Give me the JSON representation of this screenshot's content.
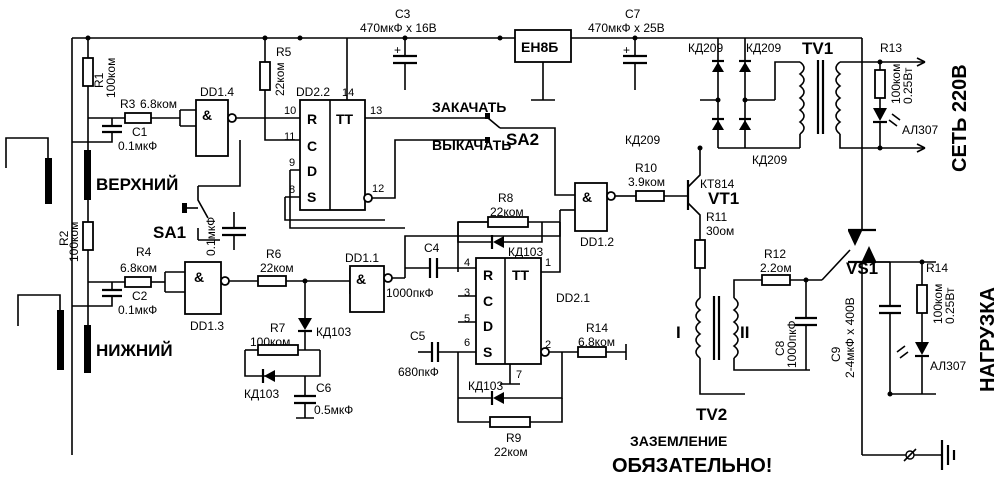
{
  "components": {
    "c3": {
      "ref": "C3",
      "value": "470мкФ х 16В"
    },
    "c7": {
      "ref": "C7",
      "value": "470мкФ х 25В"
    },
    "eh8b": "ЕН8Б",
    "kd209": "КД209",
    "tv1": "TV1",
    "r13": {
      "ref": "R13",
      "value": "100ком",
      "power": "0.25Вт"
    },
    "al307": "АЛ307",
    "r1": {
      "ref": "R1",
      "value": "100ком"
    },
    "r5": {
      "ref": "R5",
      "value": "22ком"
    },
    "dd22": "DD2.2",
    "dd14": "DD1.4",
    "r3": {
      "ref": "R3",
      "value": "6.8ком"
    },
    "c1": {
      "ref": "C1",
      "value": "0.1мкФ"
    },
    "sa1": {
      "ref": "SA1",
      "value": "0.1мкФ"
    },
    "sa2": {
      "ref": "SA2",
      "pos1": "ЗАКАЧАТЬ",
      "pos2": "ВЫКАЧАТЬ"
    },
    "r10": {
      "ref": "R10",
      "value": "3.9ком"
    },
    "kt814": "КТ814",
    "vt1": "VT1",
    "r11": {
      "ref": "R11",
      "value": "30ом"
    },
    "dd12": "DD1.2",
    "r8": {
      "ref": "R8",
      "value": "22ком"
    },
    "kd103": "КД103",
    "r2": {
      "ref": "R2",
      "value": "100ком"
    },
    "r4": {
      "ref": "R4",
      "value": "6.8ком"
    },
    "c2": {
      "ref": "C2",
      "value": "0.1мкФ"
    },
    "dd13": "DD1.3",
    "r6": {
      "ref": "R6",
      "value": "22ком"
    },
    "dd11": "DD1.1",
    "c4": {
      "ref": "C4",
      "value": "1000пкФ"
    },
    "dd21": "DD2.1",
    "r12": {
      "ref": "R12",
      "value": "2.2ом"
    },
    "vs1": "VS1",
    "r14a": {
      "ref": "R14",
      "value": "100ком",
      "power": "0.25Вт"
    },
    "r7": {
      "ref": "R7",
      "value": "100ком"
    },
    "c5": {
      "ref": "C5",
      "value": "680пкФ"
    },
    "r14b": {
      "ref": "R14",
      "value": "6.8ком"
    },
    "c8": {
      "ref": "C8",
      "value": "1000пкФ"
    },
    "c9": {
      "ref": "C9",
      "value": "2-4мкФ х 400В"
    },
    "c6": {
      "ref": "C6",
      "value": "0.5мкФ"
    },
    "r9": {
      "ref": "R9",
      "value": "22ком"
    },
    "tv2": {
      "ref": "TV2",
      "w1": "I",
      "w2": "II"
    }
  },
  "labels": {
    "upper": "ВЕРХНИЙ",
    "lower": "НИЖНИЙ",
    "mains": "СЕТЬ 220В",
    "load": "НАГРУЗКА",
    "ground1": "ЗАЗЕМЛЕНИЕ",
    "ground2": "ОБЯЗАТЕЛЬНО!"
  },
  "logic": {
    "and_symbol": "&",
    "tt": "TT",
    "pin_r": "R",
    "pin_c": "C",
    "pin_d": "D",
    "pin_s": "S"
  },
  "pins": {
    "p10": "10",
    "p11": "11",
    "p9": "9",
    "p8": "8",
    "p13": "13",
    "p12": "12",
    "p14": "14",
    "p4": "4",
    "p3": "3",
    "p5": "5",
    "p6": "6",
    "p1": "1",
    "p2": "2",
    "p7": "7"
  },
  "polarity": "+"
}
